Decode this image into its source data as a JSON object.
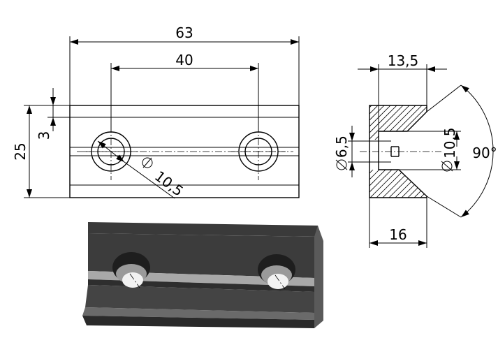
{
  "front_view": {
    "dim_overall_width": "63",
    "dim_hole_spacing": "40",
    "dim_height": "25",
    "dim_slot": "3",
    "dim_counterbore": "10,5"
  },
  "side_view": {
    "dim_top_width": "13,5",
    "dim_bottom_width": "16",
    "dim_hole_diameter": "6,5",
    "dim_counterbore_diameter": "10,5",
    "dim_angle": "90°"
  },
  "colors": {
    "line": "#000000",
    "render_dark": "#3c3c3c",
    "render_light": "#a8a8a8",
    "render_hole": "#f0f0f0"
  }
}
